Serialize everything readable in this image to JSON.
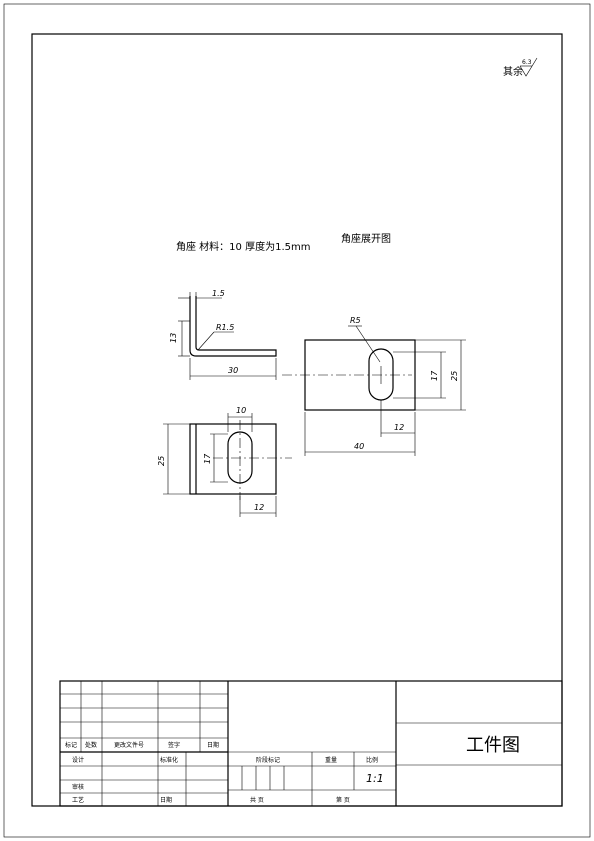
{
  "drawing": {
    "surface_note_prefix": "其余",
    "surface_roughness": "6.3",
    "part_note": "角座   材料：10   厚度为1.5mm",
    "unfold_title": "角座展开图"
  },
  "dimensions": {
    "thickness": "1.5",
    "height": "13",
    "bend_radius": "R1.5",
    "length": "30",
    "slot_radius": "R5",
    "slot_length": "17",
    "blank_width": "25",
    "slot_offset": "12",
    "blank_length": "40",
    "top_slot_width": "10",
    "top_slot_length": "17",
    "top_width": "25",
    "top_offset": "12"
  },
  "title_block": {
    "labels": {
      "mark": "标记",
      "count": "处数",
      "change_doc": "更改文件号",
      "signature": "签字",
      "date": "日期",
      "designer": "设计",
      "standardization": "标准化",
      "checker": "审核",
      "process": "工艺",
      "date2": "日期",
      "stage_mark": "阶段标记",
      "weight": "重量",
      "scale": "比例",
      "total_sheets": "共   页",
      "sheet_no": "第   页"
    },
    "scale_value": "1:1",
    "drawing_title": "工件图"
  }
}
